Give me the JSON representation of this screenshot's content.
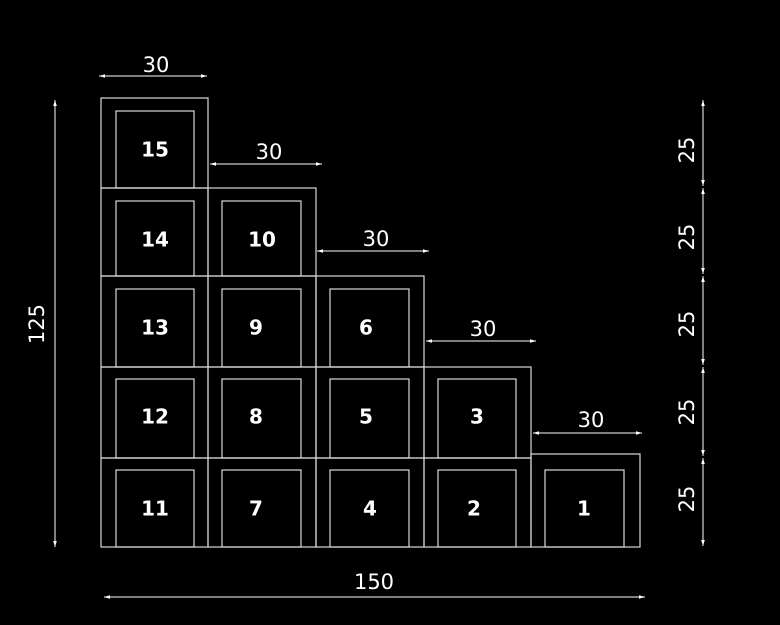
{
  "colors": {
    "background": "#000000",
    "lines": "#d8d8d8",
    "text": "#ffffff"
  },
  "boxes": [
    {
      "label": "1"
    },
    {
      "label": "2"
    },
    {
      "label": "3"
    },
    {
      "label": "4"
    },
    {
      "label": "5"
    },
    {
      "label": "6"
    },
    {
      "label": "7"
    },
    {
      "label": "8"
    },
    {
      "label": "9"
    },
    {
      "label": "10"
    },
    {
      "label": "11"
    },
    {
      "label": "12"
    },
    {
      "label": "13"
    },
    {
      "label": "14"
    },
    {
      "label": "15"
    }
  ],
  "dimensions": {
    "step_width": "30",
    "row_height": "25",
    "total_height": "125",
    "total_width": "150"
  }
}
